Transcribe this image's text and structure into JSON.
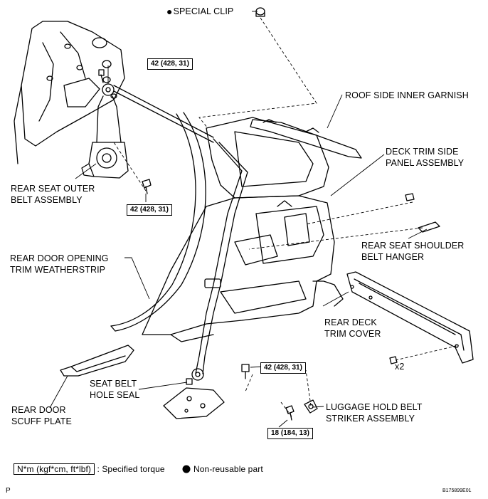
{
  "labels": {
    "special_clip": "SPECIAL CLIP",
    "roof_side_inner_garnish": "ROOF SIDE INNER GARNISH",
    "deck_trim_side_panel_line1": "DECK TRIM SIDE",
    "deck_trim_side_panel_line2": "PANEL ASSEMBLY",
    "rear_seat_outer_belt_line1": "REAR SEAT OUTER",
    "rear_seat_outer_belt_line2": "BELT ASSEMBLY",
    "rear_seat_shoulder_line1": "REAR SEAT SHOULDER",
    "rear_seat_shoulder_line2": "BELT HANGER",
    "rear_door_opening_line1": "REAR DOOR OPENING",
    "rear_door_opening_line2": "TRIM WEATHERSTRIP",
    "rear_deck_trim_line1": "REAR DECK",
    "rear_deck_trim_line2": "TRIM COVER",
    "seat_belt_hole_line1": "SEAT BELT",
    "seat_belt_hole_line2": "HOLE SEAL",
    "rear_door_scuff_line1": "REAR DOOR",
    "rear_door_scuff_line2": "SCUFF PLATE",
    "luggage_hold_line1": "LUGGAGE HOLD BELT",
    "luggage_hold_line2": "STRIKER ASSEMBLY",
    "quantity_x2": "x2"
  },
  "torques": {
    "t1": "42 (428, 31)",
    "t2": "42 (428, 31)",
    "t3": "42 (428, 31)",
    "t4": "18 (184, 13)"
  },
  "legend": {
    "unit_box": "N*m (kgf*cm, ft*lbf)",
    "specified_torque": ": Specified torque",
    "non_reusable": "Non-reusable part",
    "bullet_symbol": "●"
  },
  "footer": {
    "page_marker": "P",
    "figure_code": "B175899E01"
  }
}
